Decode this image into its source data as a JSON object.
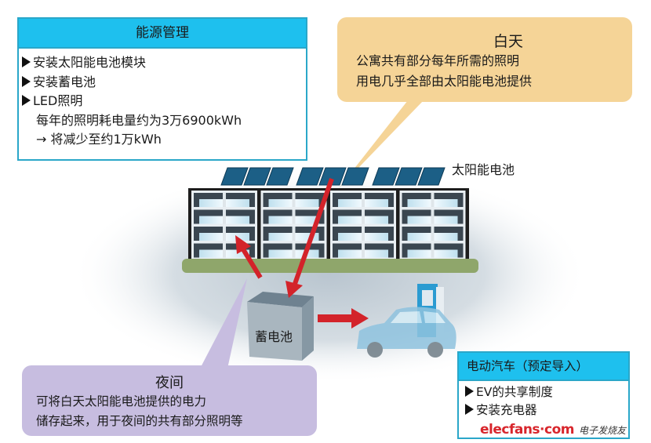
{
  "energy_management": {
    "title": "能源管理",
    "items": [
      "安装太阳能电池模块",
      "安装蓄电池",
      "LED照明"
    ],
    "note_line1": "每年的照明耗电量约为3万6900kWh",
    "note_line2": "→ 将减少至约1万kWh"
  },
  "daytime": {
    "title": "白天",
    "line1": "公寓共有部分每年所需的照明",
    "line2": "用电几乎全部由太阳能电池提供"
  },
  "solar_label": "太阳能电池",
  "battery_label": "蓄电池",
  "night": {
    "title": "夜间",
    "line1": "可将白天太阳能电池提供的电力",
    "line2": "储存起来，用于夜间的共有部分照明等"
  },
  "ev": {
    "title": "电动汽车（预定导入）",
    "items": [
      "EV的共享制度",
      "安装充电器"
    ]
  },
  "watermark": {
    "logo": "elecfans·com",
    "tagline": "电子发烧友"
  },
  "colors": {
    "header_cyan": "#1ec0ee",
    "daytime_bubble": "#f5d497",
    "night_bubble": "#c7bde0",
    "arrow_red": "#d3232a"
  }
}
